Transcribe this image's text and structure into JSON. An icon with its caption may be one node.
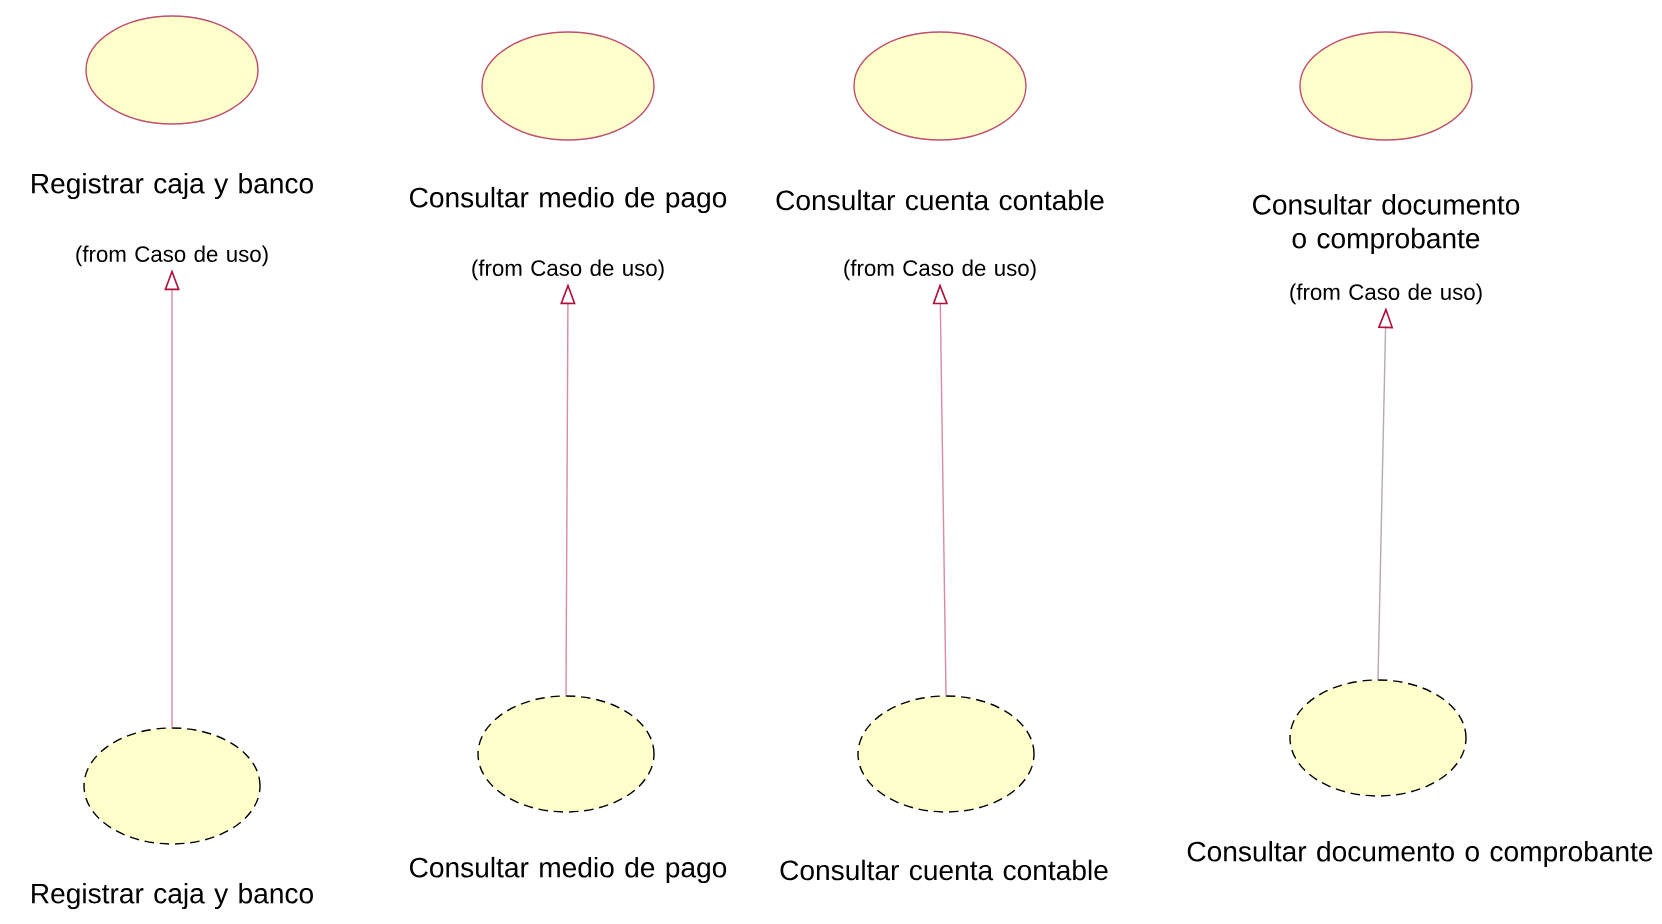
{
  "diagram": {
    "nodes": [
      {
        "text": [
          "Registrar caja y banco",
          "(from Caso de uso)"
        ]
      },
      {
        "text": [
          "Consultar medio de pago",
          "(from Caso de uso)"
        ]
      },
      {
        "text": [
          "Consultar cuenta contable",
          "(from Caso de uso)"
        ]
      },
      {
        "text": [
          "Consultar documento o comprobante",
          "(from Caso de uso)"
        ]
      },
      {
        "text": [
          "Registrar caja y banco"
        ]
      },
      {
        "text": [
          "Consultar medio de pago"
        ]
      },
      {
        "text": [
          "Consultar cuenta contable"
        ]
      },
      {
        "text": [
          "Consultar documento o comprobante"
        ]
      }
    ],
    "edges": [
      {
        "from": 4,
        "to": 0,
        "arrow": "to"
      },
      {
        "from": 5,
        "to": 1,
        "arrow": "to"
      },
      {
        "from": 6,
        "to": 2,
        "arrow": "to"
      },
      {
        "from": 7,
        "to": 3,
        "arrow": "to",
        "color": "#b8a8b0"
      }
    ]
  }
}
